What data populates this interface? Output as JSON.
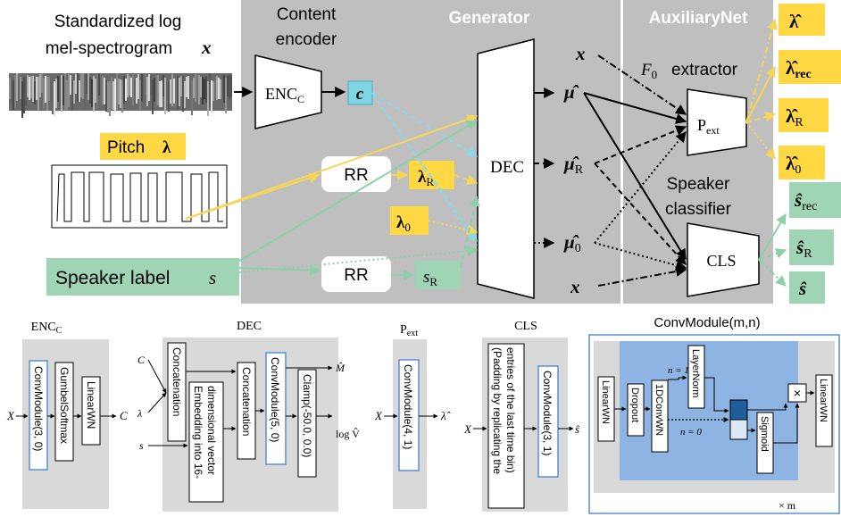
{
  "colors": {
    "gray_panel": "#bfbfbf",
    "gray_light": "#d9d9d9",
    "yellow": "#ffd843",
    "yellow_line": "#f6d65a",
    "green": "#9fd4b4",
    "green_line": "#8ccfa8",
    "cyan": "#7fd5e3",
    "cyan_line": "#8fd8e6",
    "blue_panel": "#8db4e2",
    "blue_border": "#5b8fd6",
    "dark_blue": "#1f5e9c"
  },
  "top": {
    "input_title_line1": "Standardized log",
    "input_title_line2": "mel-spectrogram",
    "input_symbol": "x",
    "content_encoder_line1": "Content",
    "content_encoder_line2": "encoder",
    "generator_title": "Generator",
    "auxiliary_title": "AuxiliaryNet",
    "enc_label": "ENC",
    "enc_sub": "C",
    "c_symbol": "c",
    "pitch_label": "Pitch",
    "pitch_symbol": "λ",
    "rr1_label": "RR",
    "rr2_label": "RR",
    "lambda_r_symbol": "λ",
    "lambda_r_sub": "R",
    "lambda_0_symbol": "λ",
    "lambda_0_sub": "0",
    "speaker_label": "Speaker label",
    "speaker_symbol": "s",
    "s_r_symbol": "s",
    "s_r_sub": "R",
    "dec_label": "DEC",
    "x_symbol_top": "x",
    "x_symbol_bottom": "x",
    "mu_hat": "μ̂",
    "mu_r_hat": "μ̂",
    "mu_r_sub": "R",
    "mu_0_hat": "μ̂",
    "mu_0_sub": "0",
    "f0_label": "F",
    "f0_sub": "0",
    "f0_extractor": "extractor",
    "pext_label": "P",
    "pext_sub": "ext",
    "speaker_classifier_line1": "Speaker",
    "speaker_classifier_line2": "classifier",
    "cls_label": "CLS",
    "out_lambda": "λ̂",
    "out_lambda_rec": "λ̂",
    "out_lambda_rec_sub": "rec",
    "out_lambda_r": "λ̂",
    "out_lambda_r_sub": "R",
    "out_lambda_0": "λ̂",
    "out_lambda_0_sub": "0",
    "out_s_rec": "ŝ",
    "out_s_rec_sub": "rec",
    "out_s_r": "ŝ",
    "out_s_r_sub": "R",
    "out_s": "ŝ"
  },
  "bottom": {
    "enc": {
      "title": "ENC",
      "title_sub": "C",
      "in": "X",
      "out": "C",
      "blocks": [
        "ConvModule(3, 0)",
        "GumbelSoftmax",
        "LinearWN"
      ]
    },
    "dec": {
      "title": "DEC",
      "in_c": "C",
      "in_lambda": "λ",
      "in_s": "s",
      "blocks": [
        "Concatenation",
        "Embedding into 16-",
        "dimensional vector",
        "Concatenation",
        "ConvModule(5, 0)",
        "Clamp(-50.0, 0.0)"
      ],
      "out_m": "M̂",
      "out_v": "log V̂"
    },
    "pext": {
      "title": "P",
      "title_sub": "ext",
      "in": "X",
      "block": "ConvModule(4, 1)",
      "out": "λ̂"
    },
    "cls": {
      "title": "CLS",
      "in": "X",
      "block_pad_line1": "(Padding by replicating the",
      "block_pad_line2": "entries of the last time bin)",
      "block": "ConvModule(3, 1)",
      "out": "ŝ"
    },
    "conv": {
      "title": "ConvModule(m,n)",
      "blocks": [
        "LinearWN",
        "Dropout",
        "1DConvWN",
        "LayerNorm",
        "Sigmoid",
        "LinearWN"
      ],
      "n1": "n = 1",
      "n0": "n = 0",
      "mult": "×",
      "times_m": "× m"
    }
  }
}
